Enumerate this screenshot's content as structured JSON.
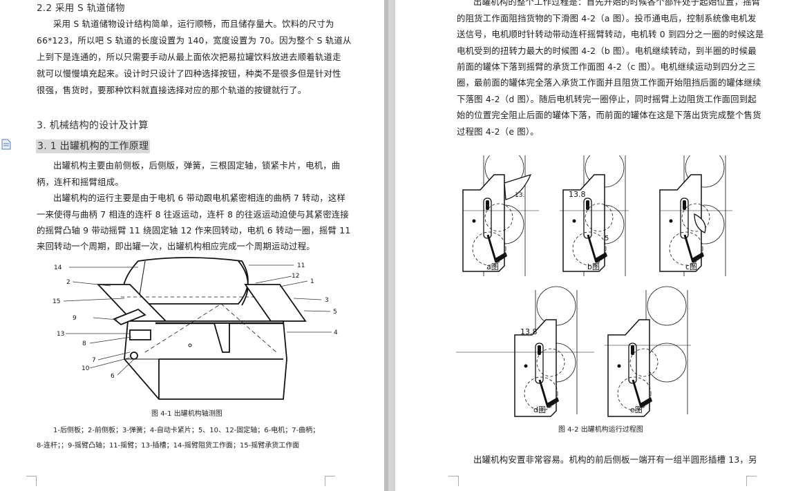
{
  "left": {
    "sec22_heading": "2.2 采用 S 轨道储物",
    "sec22_lines": [
      "采用 S 轨道储物设计结构简单，运行顺畅，而且储存量大。饮料的尺寸为",
      "66*123，所以吧 S 轨道的长度设置为 140，宽度设置为 70。因为整个 S 轨道从",
      "上到下是连通的，所以只需要手动从最上面依次把易拉罐饮料放进去顺着轨道走",
      "就可以慢慢填充起来。设计时只设计了四种选择按钮，种类不是很多但是针对性",
      "很强，售货时，要那种饮料就直接选择对应的那个轨道的按键就行了。"
    ],
    "sec3_heading": "3. 机械结构的设计及计算",
    "sec31_heading": "3. 1 出罐机构的工作原理",
    "para1_lines": [
      "出罐机构主要由前侧板，后侧版，弹簧，三根固定轴，锁紧卡片，电机，曲",
      "柄，连杆和摇臂组成。"
    ],
    "para2_lines": [
      "出罐机构的运行主要是由于电机 6 带动跟电机紧密相连的曲柄 7 转动，这样",
      "一来使得与曲柄 7 相连的连杆 8 往返运动，连杆 8 的往返运动迫使与其紧密连接",
      "的摇臂凸轴 9 带动摇臂 11 绕固定轴 12 作来回转动，电机 6 转动一圈，摇臂 11",
      "来回转动一个周期，即出罐一次，出罐机构相应完成一个周期运动过程。"
    ],
    "fig41_labels": [
      "14",
      "2",
      "15",
      "9",
      "13",
      "8",
      "7",
      "10",
      "6",
      "11",
      "12",
      "1",
      "3",
      "5",
      "4"
    ],
    "fig41_caption": "图 4-1 出罐机构轴测图",
    "legend_line1": "1-后侧板；2-前侧板；3-弹簧；4-自动卡紧片；5、10、12-固定轴；6-电机；7-曲柄；",
    "legend_line2": "8-连杆；；9-摇臂凸轴；11-摇臂；13-插槽；14-摇臂阻货工作面；15-摇臂承货工作面"
  },
  "right": {
    "top_lines": [
      "出罐机构的整个工作过程是：首先开始的时候各个部件处于起始位置，摇臂",
      "的阻货工作面阻挡货物的下滑图 4-2（a 图）。投币通电后，控制系统像电机发",
      "送信号，电机顺时针转动带动连杆摇臂转动，电机转 0 到四分之一圈的时候这是",
      "电机受到的扭转力最大的时候图 4-2（b 图）。电机继续转动，到半圈的时候最",
      "前面的罐体下落到摇臂的承货工作面图 4-2（c 图）。电机继续运动到四分之三",
      "圈，最前面的罐体完全落入承货工作面并且阻货工作面开始阻挡后面的罐体继续",
      "下落图 4-2（d 图）。随后电机转完一圈停止，同时摇臂上边阻货工作面回到起",
      "始的位置完全阻止后面的罐体下落，而前面的罐体在这是下落出货完成整个售货",
      "过程图 4-2（e 图）。"
    ],
    "sub_labels": [
      "a图",
      "b图",
      "c图",
      "d图",
      "e图"
    ],
    "dim_texts": [
      "13.",
      "13.8",
      "5",
      "13.8"
    ],
    "fig42_caption": "图 4-2 出罐机构运行过程图",
    "bottom_line": "出罐机构安置非常容易。机构的前后侧板一端开有一组半圆形插槽 13，另"
  },
  "icons": {
    "margin": "document-icon"
  },
  "colors": {
    "highlight": "#d9d9d9",
    "page_bg": "#ffffff",
    "gap_bg": "#d4d4d4"
  }
}
